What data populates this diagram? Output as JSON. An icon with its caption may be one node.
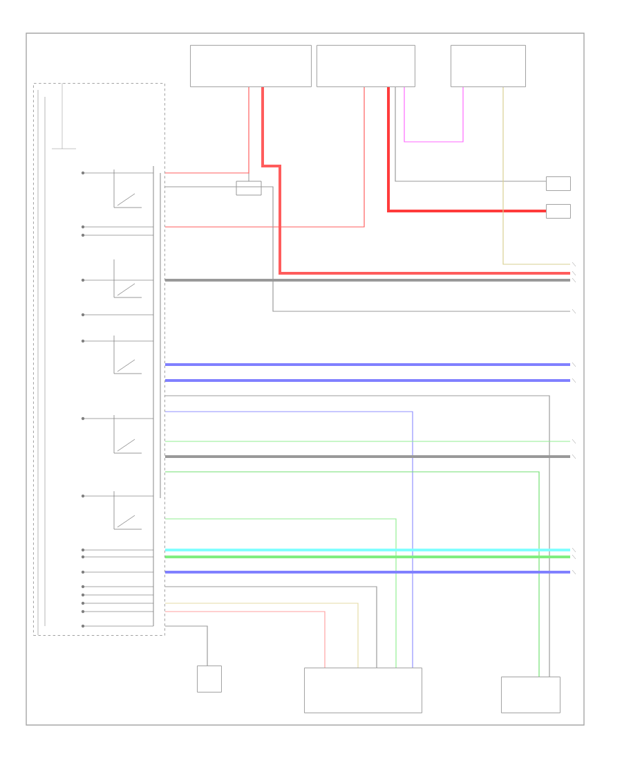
{
  "diagram": {
    "nodes": [
      {
        "text": [],
        "shape": "box"
      },
      {
        "text": [],
        "shape": "box"
      },
      {
        "text": [],
        "shape": "box"
      },
      {
        "text": [],
        "shape": "box"
      },
      {
        "text": [],
        "shape": "box"
      },
      {
        "text": [],
        "shape": "box"
      },
      {
        "text": [],
        "shape": "box"
      },
      {
        "text": [],
        "shape": "box"
      },
      {
        "text": [],
        "shape": "box"
      }
    ],
    "edges": [
      {
        "from": 1,
        "to": 0,
        "arrow": "none",
        "color": "#ff5c5c"
      },
      {
        "from": 1,
        "to": null,
        "arrow": "none",
        "color": "#ff5c5c",
        "style": "thick"
      },
      {
        "from": 2,
        "to": 0,
        "arrow": "none",
        "color": "#ff5c5c"
      },
      {
        "from": 2,
        "to": 8,
        "arrow": "none",
        "color": "#ff3b3b",
        "style": "thick"
      },
      {
        "from": 2,
        "to": 7,
        "arrow": "none"
      },
      {
        "from": 2,
        "to": 3,
        "arrow": "none",
        "color": "#ff66ff"
      },
      {
        "from": 3,
        "to": null,
        "arrow": "none",
        "color": "#d8cf8f"
      },
      {
        "from": 0,
        "to": null,
        "arrow": "none",
        "style": "thick"
      },
      {
        "from": 0,
        "to": null,
        "arrow": "none"
      },
      {
        "from": 0,
        "to": null,
        "arrow": "none",
        "color": "#8080ff",
        "style": "thick"
      },
      {
        "from": 0,
        "to": null,
        "arrow": "none",
        "color": "#8080ff",
        "style": "thick"
      },
      {
        "from": 0,
        "to": 5,
        "arrow": "none"
      },
      {
        "from": 0,
        "to": 4,
        "arrow": "none",
        "color": "#9090ff"
      },
      {
        "from": 0,
        "to": null,
        "arrow": "none",
        "color": "#90ee90"
      },
      {
        "from": 0,
        "to": null,
        "arrow": "none",
        "style": "thick"
      },
      {
        "from": 0,
        "to": 5,
        "arrow": "none",
        "color": "#70e070"
      },
      {
        "from": 0,
        "to": 4,
        "arrow": "none",
        "color": "#90ee90"
      },
      {
        "from": 0,
        "to": null,
        "arrow": "none",
        "color": "#80ffff",
        "style": "thick"
      },
      {
        "from": 0,
        "to": null,
        "arrow": "none",
        "color": "#80ee80",
        "style": "thick"
      },
      {
        "from": 0,
        "to": null,
        "arrow": "none",
        "color": "#8080ff",
        "style": "thick"
      },
      {
        "from": 0,
        "to": 4,
        "arrow": "none"
      },
      {
        "from": 0,
        "to": 4,
        "arrow": "none",
        "color": "#e6dca6"
      },
      {
        "from": 0,
        "to": 4,
        "arrow": "none",
        "color": "#ffa0a0"
      },
      {
        "from": 0,
        "to": 6,
        "arrow": "none"
      }
    ]
  }
}
